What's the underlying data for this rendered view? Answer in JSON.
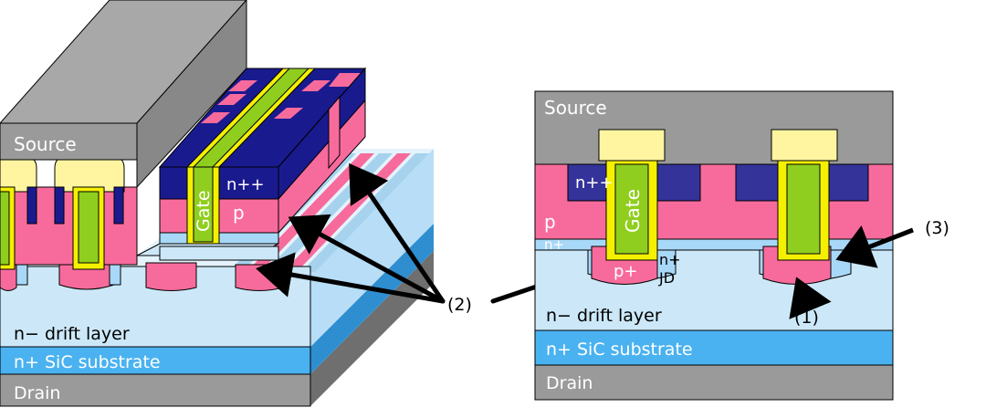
{
  "left": {
    "source": "Source",
    "gate": "Gate",
    "npp": "n++",
    "p": "p",
    "drift": "n− drift layer",
    "substrate": "n+ SiC substrate",
    "drain": "Drain"
  },
  "right": {
    "source": "Source",
    "gate": "Gate",
    "npp": "n++",
    "p": "p",
    "nplus": "n+",
    "pplus": "p+",
    "jd_n": "n+",
    "jd": "JD",
    "drift": "n− drift layer",
    "substrate": "n+ SiC substrate",
    "drain": "Drain"
  },
  "annotations": {
    "one": "(1)",
    "two": "(2)",
    "three": "(3)"
  },
  "colors": {
    "metal": "#9a9a9a",
    "metal_dark": "#6f6f6f",
    "contact": "#fff5a0",
    "pwell": "#f76b9c",
    "npp": "#1a1a8f",
    "npp_right": "#333399",
    "gate": "#8fce1f",
    "oxide": "#f4f000",
    "drift": "#cce8f8",
    "drift_dark": "#a6d2ee",
    "jd": "#a8d8f8",
    "substrate": "#4ab2f0",
    "substrate_dark": "#2e8ed0"
  }
}
